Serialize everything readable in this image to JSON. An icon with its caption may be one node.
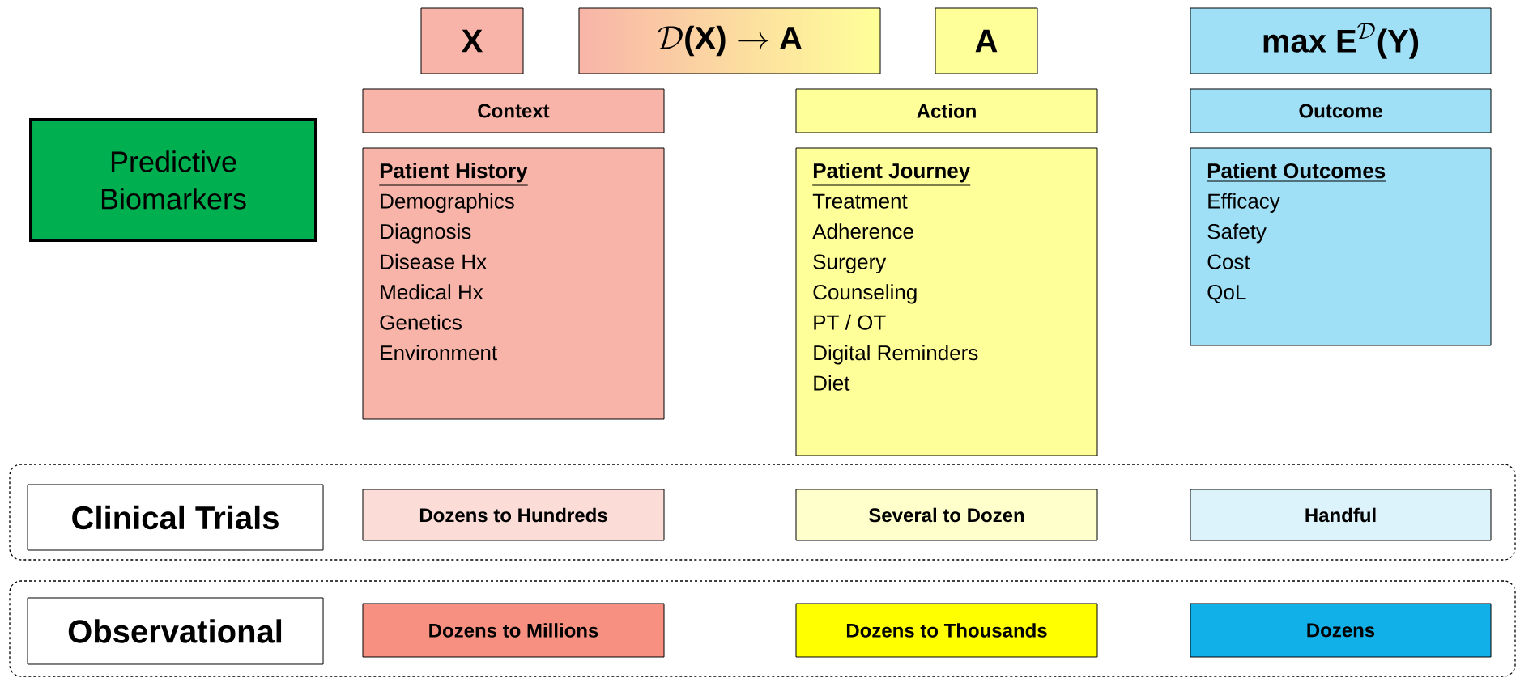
{
  "diagram": {
    "nodes": [
      {
        "text": [
          "\\textbf{X}"
        ]
      },
      {
        "text": [
          "\\mathcal{D}\\textbf{(X)}\\rightarrow\\textbf{A}"
        ]
      },
      {
        "text": [
          "\\textbf{A}"
        ]
      },
      {
        "text": [
          "\\textbf{max E}^{\\mathcal{D}}\\textbf{(Y)}"
        ]
      },
      {
        "text": [
          "Predictive Biomarkers"
        ]
      },
      {
        "text": [
          "Context"
        ]
      },
      {
        "text": [
          "Action"
        ]
      },
      {
        "text": [
          "Outcome"
        ]
      },
      {
        "text": [
          "Patient History",
          "Demographics",
          "Diagnosis",
          "Disease Hx",
          "Medical Hx",
          "Genetics",
          "Environment"
        ]
      },
      {
        "text": [
          "Patient Journey",
          "Treatment",
          "Adherence",
          "Surgery",
          "Counseling",
          "PT / OT",
          "Digital Reminders",
          "Diet"
        ]
      },
      {
        "text": [
          "Patient Outcomes",
          "Efficacy",
          "Safety",
          "Cost",
          "QoL"
        ]
      },
      {
        "text": [],
        "shape": "box"
      },
      {
        "text": [
          "Clinical Trials"
        ],
        "in": 11
      },
      {
        "text": [
          "Dozens to Hundreds"
        ],
        "in": 11
      },
      {
        "text": [
          "Several to Dozen"
        ],
        "in": 11
      },
      {
        "text": [
          "Handful"
        ],
        "in": 11
      },
      {
        "text": [],
        "shape": "box"
      },
      {
        "text": [
          "Observational"
        ],
        "in": 16
      },
      {
        "text": [
          "Dozens to Millions"
        ],
        "in": 16
      },
      {
        "text": [
          "Dozens to Thousands"
        ],
        "in": 16
      },
      {
        "text": [
          "Dozens"
        ],
        "in": 16
      }
    ]
  }
}
